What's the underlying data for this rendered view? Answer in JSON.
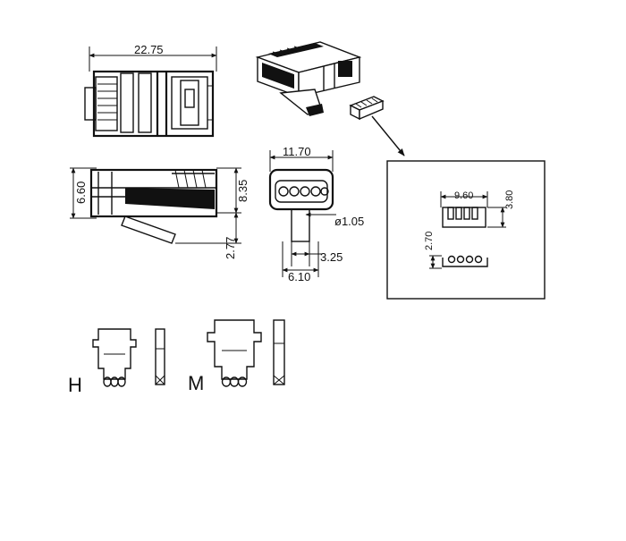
{
  "dimensions": {
    "top_width": "22.75",
    "side_height": "6.60",
    "side_total": "8.35",
    "latch": "2.77",
    "front_width": "11.70",
    "hole_dia": "ø1.05",
    "front_tab": "3.25",
    "front_bottom": "6.10",
    "insert_width": "9.60",
    "insert_height": "3.80",
    "insert_depth": "2.70"
  },
  "variants": {
    "h_label": "H",
    "m_label": "M"
  }
}
